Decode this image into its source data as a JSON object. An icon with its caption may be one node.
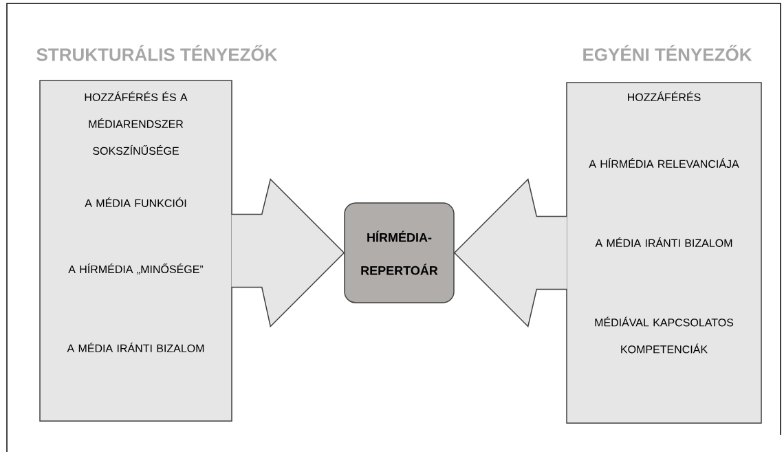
{
  "diagram": {
    "nodes": [
      {
        "text": [
          "STRUKTURÁLIS TÉNYEZŐK",
          "HOZZÁFÉRÉS ÉS A MÉDIARENDSZER SOKSZÍNŰSÉGE",
          "A MÉDIA FUNKCIÓI",
          "A HÍRMÉDIA „MINŐSÉGE”",
          "A MÉDIA IRÁNTI BIZALOM"
        ]
      },
      {
        "text": [
          "HÍRMÉDIA- REPERTOÁR"
        ]
      },
      {
        "text": [
          "EGYÉNI TÉNYEZŐK",
          "HOZZÁFÉRÉS",
          "A HÍRMÉDIA RELEVANCIÁJA",
          "A MÉDIA IRÁNTI BIZALOM",
          "MÉDIÁVAL KAPCSOLATOS KOMPETENCIÁK"
        ]
      }
    ],
    "edges": [
      {
        "from": 0,
        "to": 1,
        "arrow": "to"
      },
      {
        "from": 2,
        "to": 1,
        "arrow": "to"
      }
    ]
  }
}
